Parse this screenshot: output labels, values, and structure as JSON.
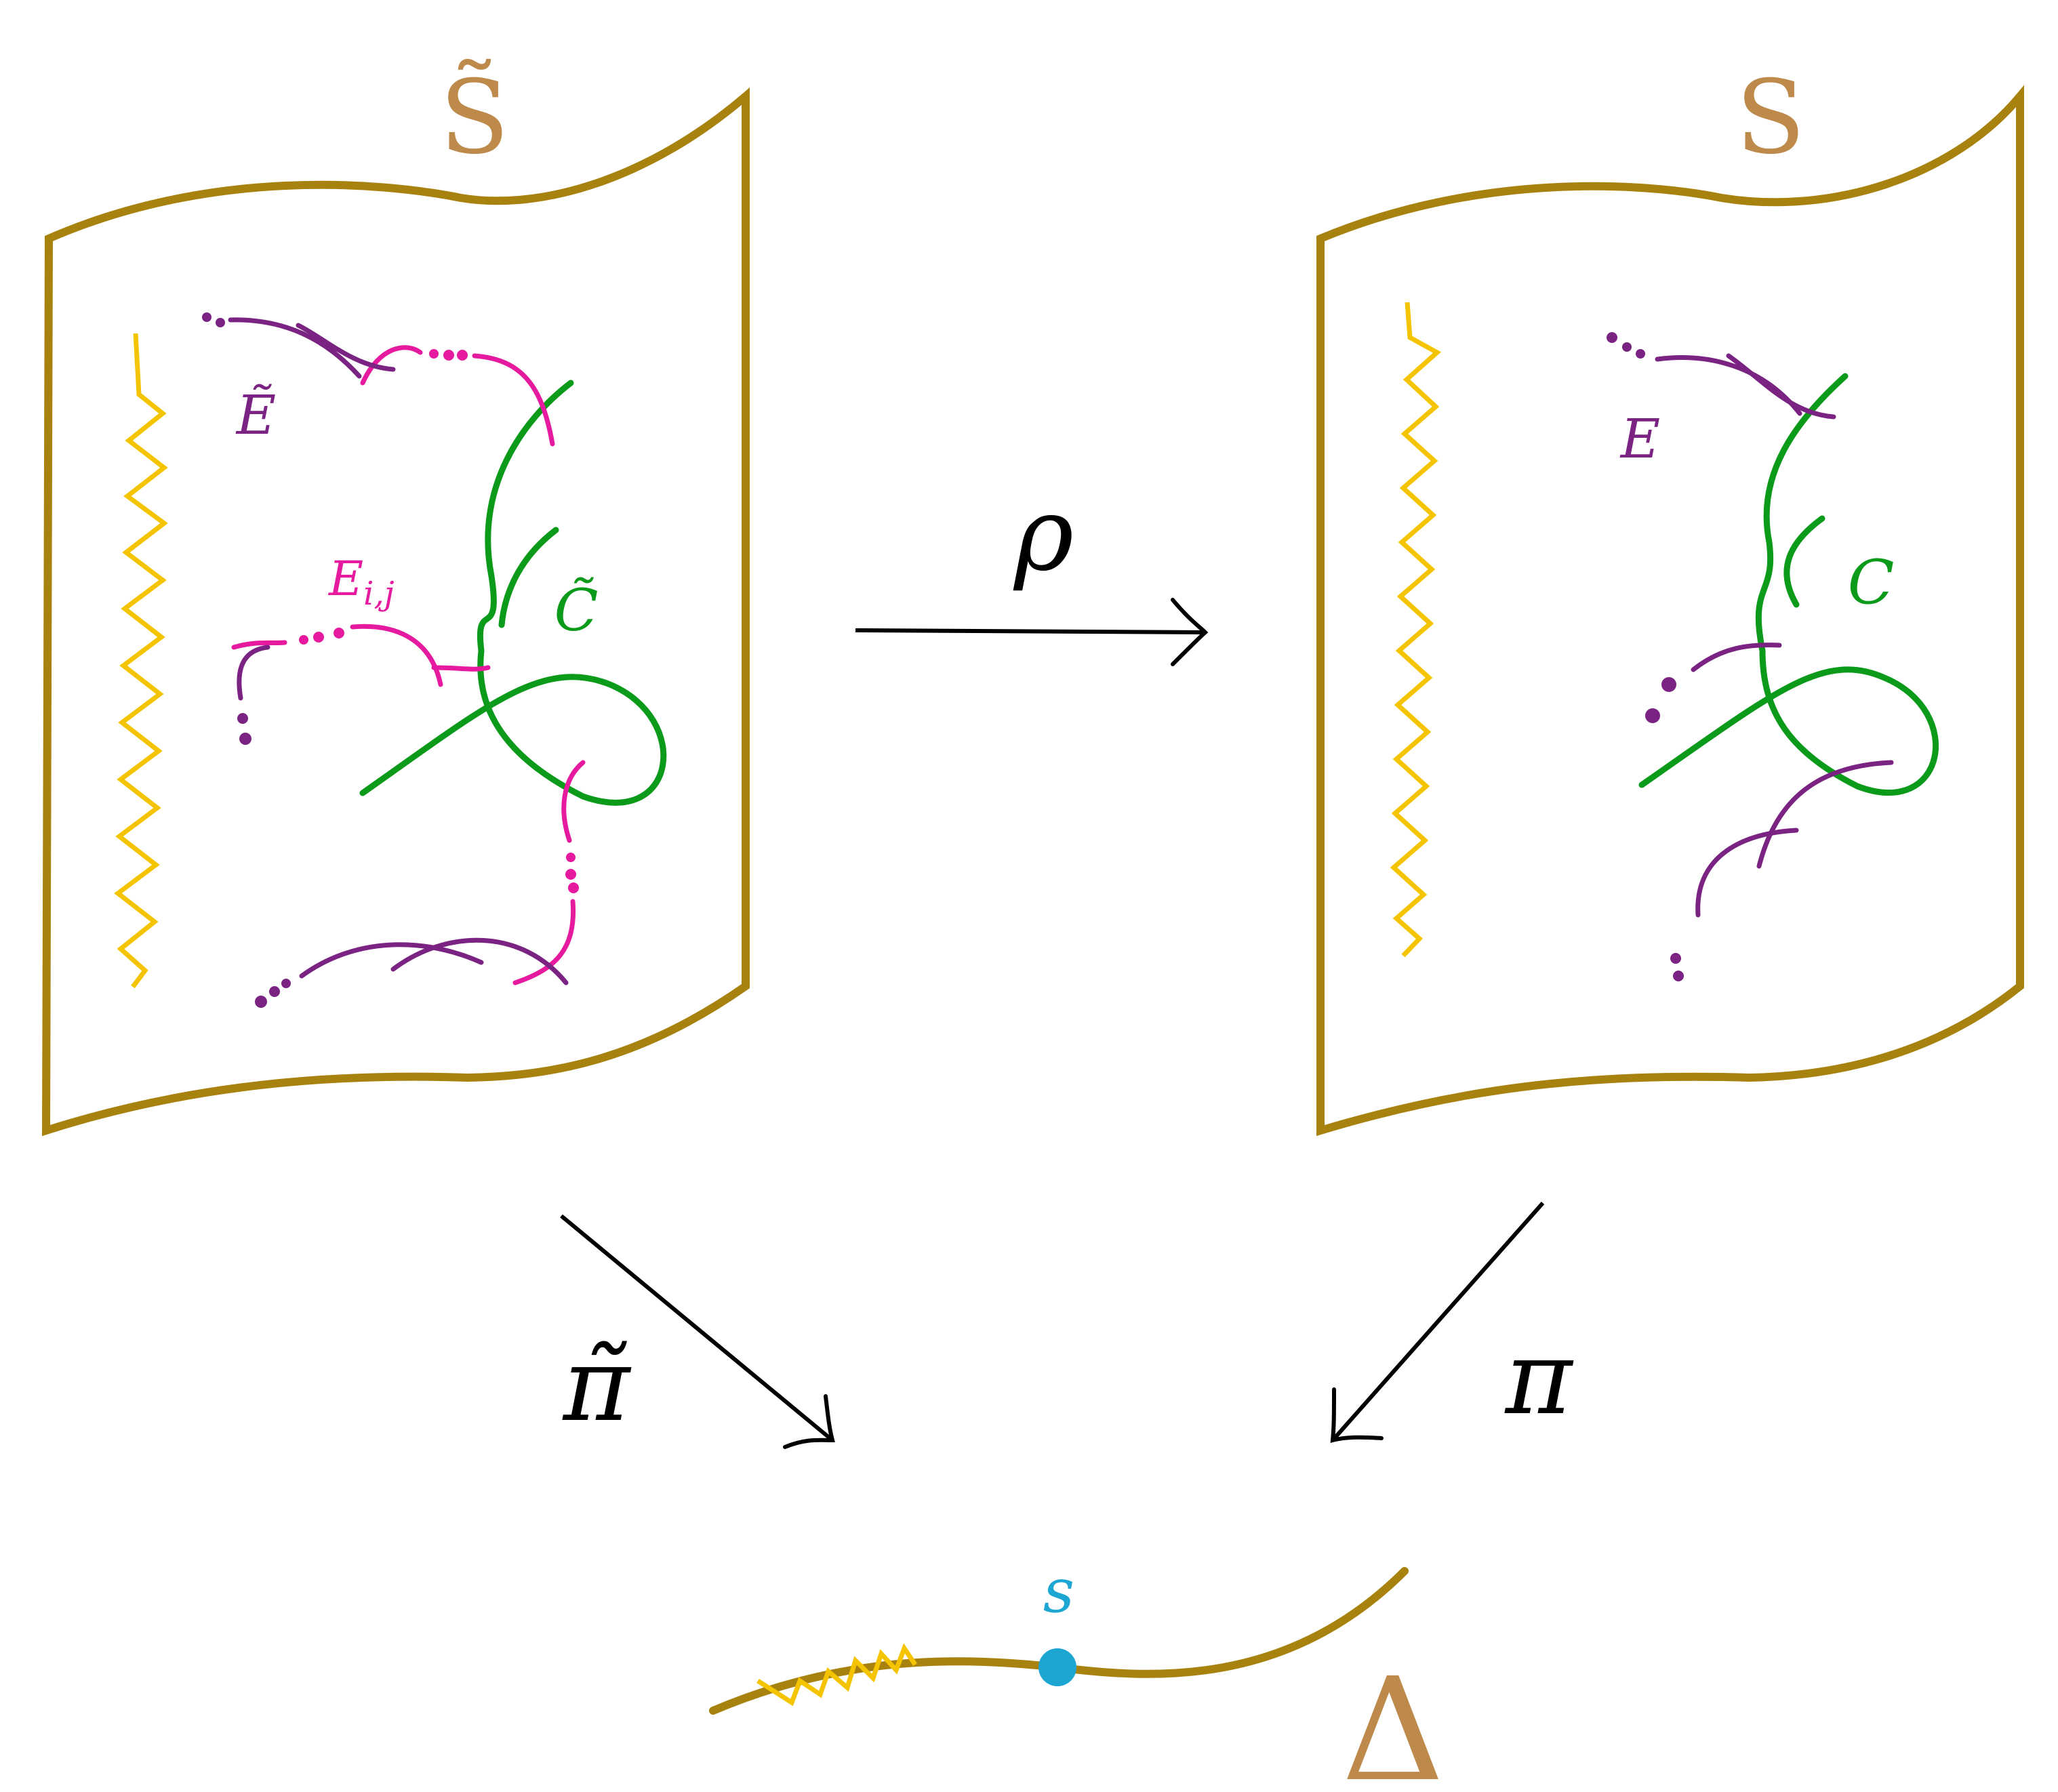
{
  "colors": {
    "surface": "#A7820F",
    "surface_label": "#BE8A4C",
    "green": "#0C9A1A",
    "magenta": "#E61A9E",
    "purple": "#7A2382",
    "yellow": "#F4C400",
    "point": "#1EA6D3",
    "arrow": "#000000"
  },
  "icons": {
    "arrow_head": "open-chevron-arrowhead"
  },
  "labels": {
    "left_surface": "S̃",
    "right_surface": "S",
    "rho": "ρ",
    "pi_tilde": "π̃",
    "pi": "π",
    "delta": "Δ",
    "point_s": "s",
    "left_E_script": "Ẽ",
    "right_E_script": "E",
    "left_C": "C̃",
    "right_C": "C",
    "E_ij_base": "E",
    "E_ij_sub": "i,j"
  }
}
